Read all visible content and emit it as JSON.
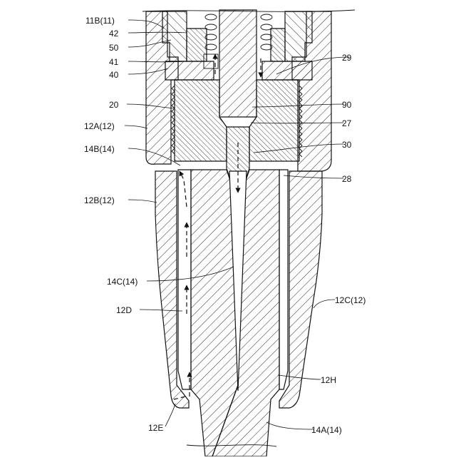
{
  "labels": {
    "l_11B": "11B(11)",
    "l_42": "42",
    "l_50": "50",
    "l_41": "41",
    "l_40": "40",
    "l_20": "20",
    "l_12A": "12A(12)",
    "l_14B": "14B(14)",
    "l_12B": "12B(12)",
    "l_14C": "14C(14)",
    "l_12D": "12D",
    "l_12E": "12E",
    "l_29": "29",
    "l_90": "90",
    "l_27": "27",
    "l_30": "30",
    "l_28": "28",
    "l_12C": "12C(12)",
    "l_12H": "12H",
    "l_14A": "14A(14)"
  }
}
